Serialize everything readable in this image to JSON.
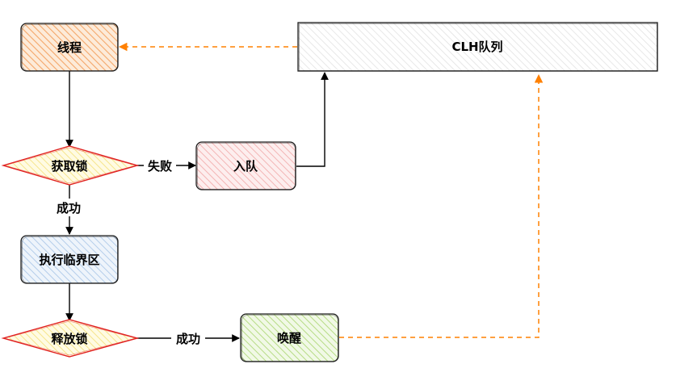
{
  "nodes": {
    "thread": {
      "label": "线程",
      "shape": "rounded-rect",
      "fill": "#f8c99f",
      "stroke": "#1a1a1a"
    },
    "clh_queue": {
      "label": "CLH队列",
      "shape": "rect",
      "fill": "#dcdcdc",
      "stroke": "#1a1a1a"
    },
    "acquire_lock": {
      "label": "获取锁",
      "shape": "diamond",
      "fill": "#fff2b3",
      "stroke": "#e02020"
    },
    "enqueue": {
      "label": "入队",
      "shape": "rounded-rect",
      "fill": "#f8c7c7",
      "stroke": "#1a1a1a"
    },
    "critical_section": {
      "label": "执行临界区",
      "shape": "rounded-rect",
      "fill": "#c9ddf3",
      "stroke": "#1a1a1a"
    },
    "release_lock": {
      "label": "释放锁",
      "shape": "diamond",
      "fill": "#fff2b3",
      "stroke": "#e02020"
    },
    "wakeup": {
      "label": "唤醒",
      "shape": "rounded-rect",
      "fill": "#c9e8a0",
      "stroke": "#1a1a1a"
    }
  },
  "edges": {
    "thread_to_acquire": {
      "from": "thread",
      "to": "acquire_lock",
      "label": "",
      "style": "solid"
    },
    "acquire_to_enqueue": {
      "from": "acquire_lock",
      "to": "enqueue",
      "label": "失败",
      "style": "solid"
    },
    "enqueue_to_clh": {
      "from": "enqueue",
      "to": "clh_queue",
      "label": "",
      "style": "solid"
    },
    "acquire_to_critical": {
      "from": "acquire_lock",
      "to": "critical_section",
      "label": "成功",
      "style": "solid"
    },
    "critical_to_release": {
      "from": "critical_section",
      "to": "release_lock",
      "label": "",
      "style": "solid"
    },
    "release_to_wakeup": {
      "from": "release_lock",
      "to": "wakeup",
      "label": "成功",
      "style": "solid"
    },
    "wakeup_to_clh": {
      "from": "wakeup",
      "to": "clh_queue",
      "label": "",
      "style": "dashed"
    },
    "clh_to_thread": {
      "from": "clh_queue",
      "to": "thread",
      "label": "",
      "style": "dashed"
    }
  },
  "colors": {
    "solid_edge": "#000000",
    "dashed_edge": "#ff8000",
    "diamond_border": "#e02020"
  }
}
